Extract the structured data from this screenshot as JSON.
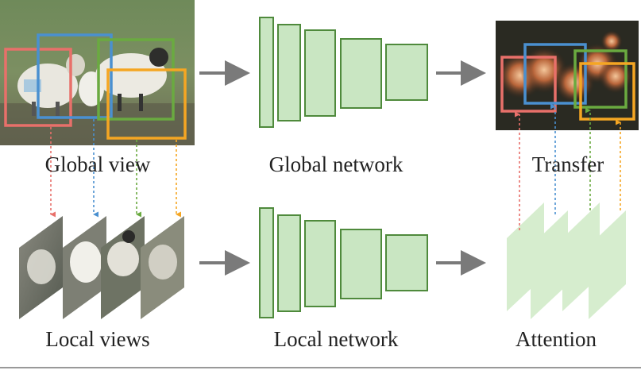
{
  "labels": {
    "global_view": "Global view",
    "global_network": "Global network",
    "transfer": "Transfer",
    "local_views": "Local views",
    "local_network": "Local network",
    "attention": "Attention"
  },
  "colors": {
    "crop_red": "#e8706a",
    "crop_blue": "#4a90d0",
    "crop_green": "#6aaa40",
    "crop_orange": "#f5a623",
    "layer_fill": "#c9e6c2",
    "layer_stroke": "#4f8a3c",
    "arrow": "#7a7a7a",
    "attention_fill": "#cfeac6"
  },
  "icons": [
    "sheep-photo",
    "heatmap-image",
    "local-crop-thumbnails",
    "attention-maps"
  ]
}
